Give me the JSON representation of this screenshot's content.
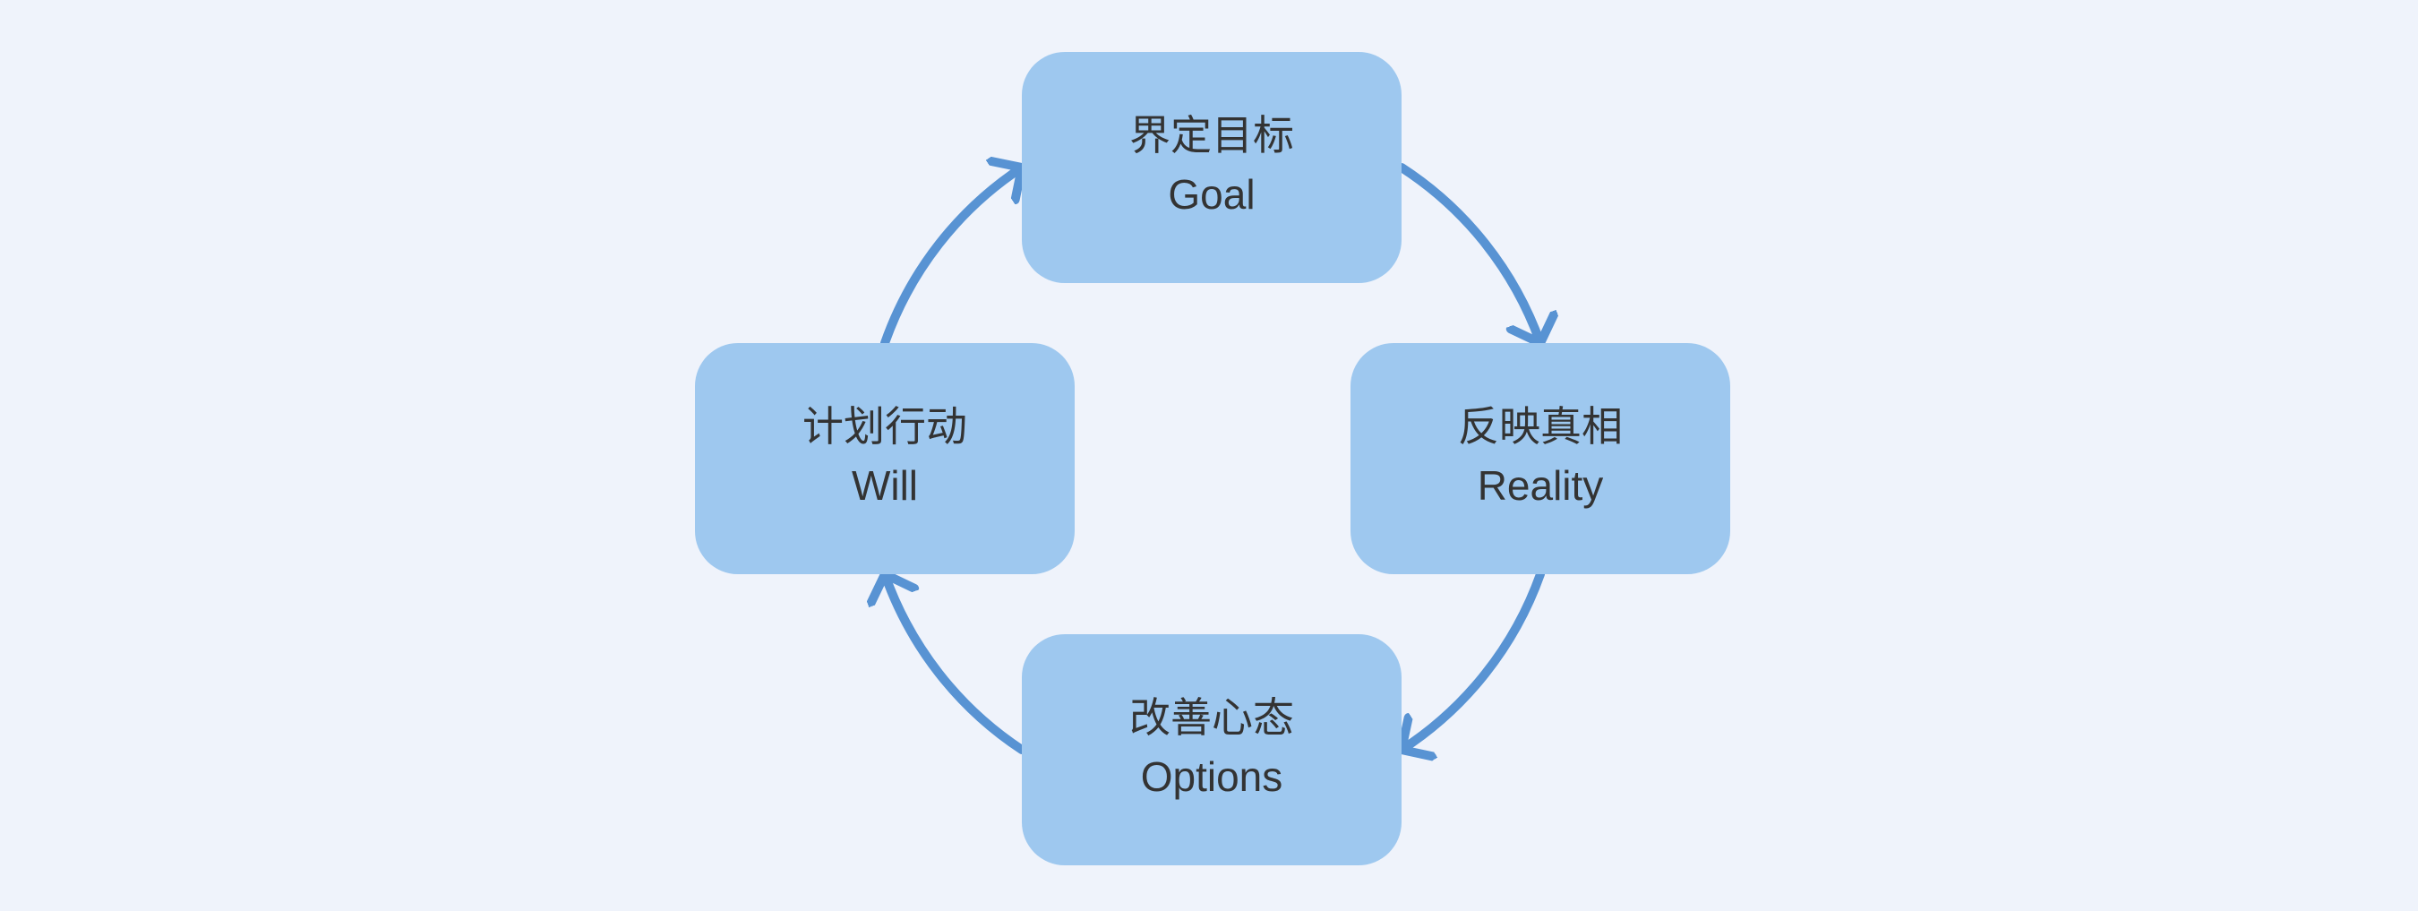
{
  "diagram": {
    "type": "cycle",
    "nodes": [
      {
        "id": "goal",
        "position": "top",
        "label_zh": "界定目标",
        "label_en": "Goal"
      },
      {
        "id": "reality",
        "position": "right",
        "label_zh": "反映真相",
        "label_en": "Reality"
      },
      {
        "id": "options",
        "position": "bottom",
        "label_zh": "改善心态",
        "label_en": "Options"
      },
      {
        "id": "will",
        "position": "left",
        "label_zh": "计划行动",
        "label_en": "Will"
      }
    ],
    "flow_order": [
      "will",
      "goal",
      "reality",
      "options",
      "will"
    ],
    "arrows": [
      {
        "from": "will",
        "to": "goal"
      },
      {
        "from": "goal",
        "to": "reality"
      },
      {
        "from": "reality",
        "to": "options"
      },
      {
        "from": "options",
        "to": "will"
      }
    ],
    "colors": {
      "background": "#eff3fb",
      "node_fill": "#9ec8ef",
      "arrow": "#5893d3",
      "text": "#333333"
    }
  }
}
